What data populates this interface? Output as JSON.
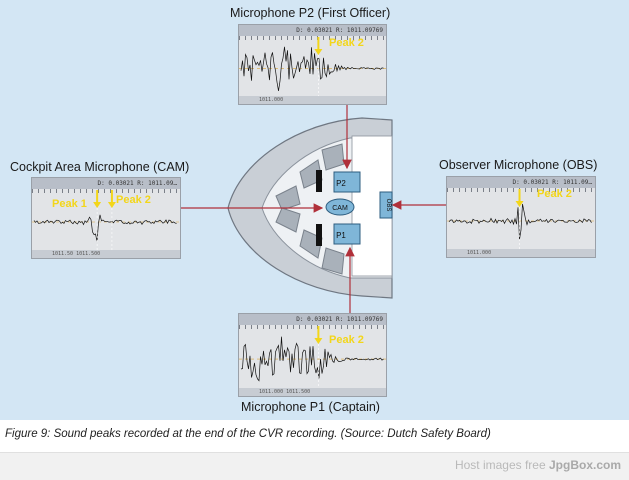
{
  "labels": {
    "p2": "Microphone P2 (First Officer)",
    "cam": "Cockpit Area Microphone (CAM)",
    "obs": "Observer Microphone (OBS)",
    "p1": "Microphone P1 (Captain)"
  },
  "panels": {
    "p2": {
      "header": "D: 0.03021  R: 1011.09769",
      "footer": "1011.000",
      "peaks": [
        "Peak 2"
      ]
    },
    "cam": {
      "header": "D: 0.03021  R: 1011.09…",
      "footer": "1011.50   1011.500",
      "peaks": [
        "Peak 1",
        "Peak 2"
      ]
    },
    "obs": {
      "header": "D: 0.03021  R: 1011.09…",
      "footer": "1011.000",
      "peaks": [
        "Peak 2"
      ]
    },
    "p1": {
      "header": "D: 0.03021  R: 1011.09769",
      "footer": "1011.000   1011.500",
      "peaks": [
        "Peak 2"
      ]
    }
  },
  "diagram": {
    "seats": [
      "P2",
      "CAM",
      "P1"
    ],
    "obs_tag": "OBS"
  },
  "caption": "Figure 9: Sound peaks recorded at the end of the CVR recording. (Source: Dutch Safety Board)",
  "watermark": {
    "prefix": "Host images free ",
    "brand": "JpgBox.com"
  },
  "colors": {
    "background": "#d3e6f4",
    "arrow": "#b0303a",
    "peak_marker": "#f3d61a",
    "seat_box": "#7fb6d8",
    "waveform": "#111111"
  }
}
